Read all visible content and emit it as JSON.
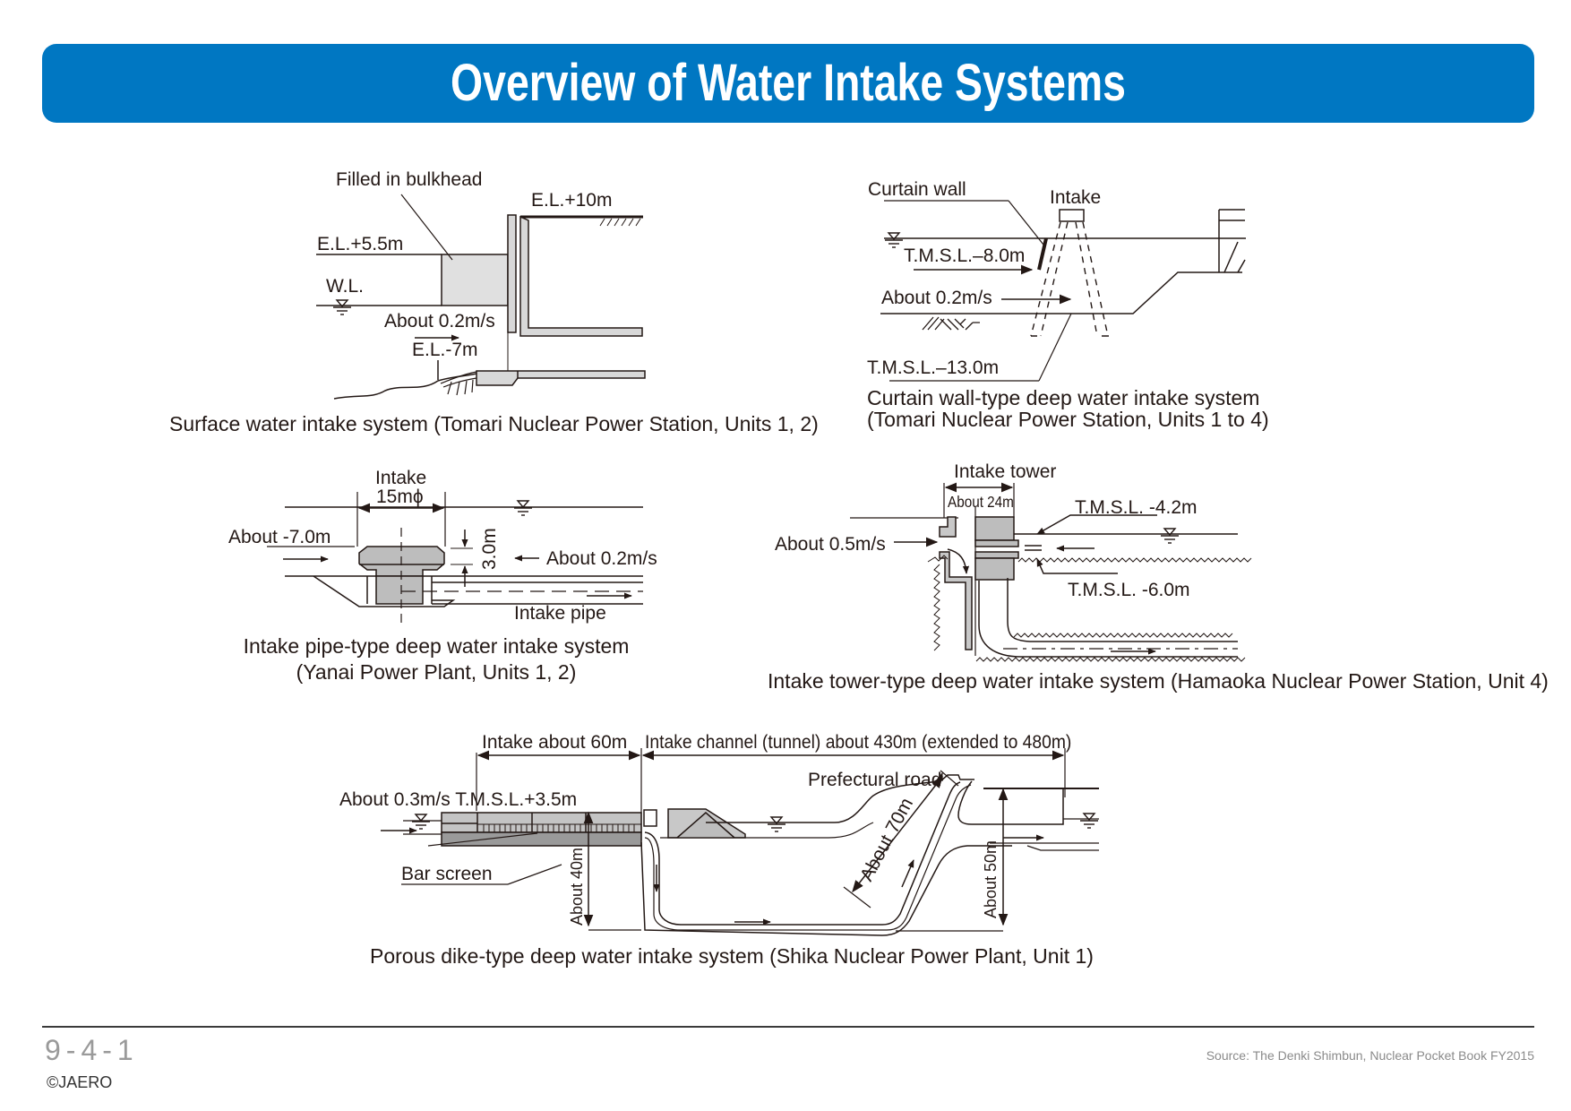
{
  "title": "Overview of Water Intake Systems",
  "colors": {
    "banner": "#0077c2",
    "banner_text": "#ffffff",
    "line": "#231815",
    "fill_light": "#dddddd",
    "fill_mid": "#bdbdbd",
    "fill_dark": "#999999",
    "footer_text": "#9a9a9a"
  },
  "diagrams": {
    "surface": {
      "labels": {
        "bulkhead": "Filled in bulkhead",
        "el_top": "E.L.+10m",
        "el_mid": "E.L.+5.5m",
        "wl": "W.L.",
        "velocity": "About 0.2m/s",
        "el_bottom": "E.L.-7m"
      },
      "caption": "Surface water intake system (Tomari Nuclear Power Station, Units 1, 2)"
    },
    "curtain": {
      "labels": {
        "curtain_wall": "Curtain wall",
        "intake": "Intake",
        "tmsl_upper": "T.M.S.L.–8.0m",
        "velocity": "About 0.2m/s",
        "tmsl_lower": "T.M.S.L.–13.0m"
      },
      "caption_line1": "Curtain wall-type deep water intake system",
      "caption_line2": "(Tomari Nuclear Power Station, Units 1 to 4)"
    },
    "pipe": {
      "labels": {
        "intake": "Intake",
        "diameter": "15mϕ",
        "depth": "About -7.0m",
        "height": "3.0m",
        "velocity": "About 0.2m/s",
        "pipe": "Intake pipe"
      },
      "caption_line1": "Intake pipe-type deep water intake system",
      "caption_line2": "(Yanai Power Plant, Units 1, 2)"
    },
    "tower": {
      "labels": {
        "tower": "Intake tower",
        "width": "About 24m",
        "tmsl_upper": "T.M.S.L. -4.2m",
        "velocity": "About 0.5m/s",
        "tmsl_lower": "T.M.S.L. -6.0m"
      },
      "caption": "Intake tower-type deep water intake system (Hamaoka Nuclear Power Station, Unit 4)"
    },
    "porous": {
      "labels": {
        "intake_len": "Intake about 60m",
        "channel_len": "Intake channel (tunnel) about 430m (extended to 480m)",
        "velocity_level": "About 0.3m/s T.M.S.L.+3.5m",
        "bar_screen": "Bar screen",
        "depth40": "About 40m",
        "road": "Prefectural road",
        "slope70": "About 70m",
        "depth50": "About 50m"
      },
      "caption": "Porous dike-type deep water intake system (Shika Nuclear Power Plant, Unit 1)"
    }
  },
  "footer": {
    "page_number": "9-4-1",
    "copyright": "©JAERO",
    "source": "Source: The Denki Shimbun, Nuclear Pocket Book FY2015"
  }
}
